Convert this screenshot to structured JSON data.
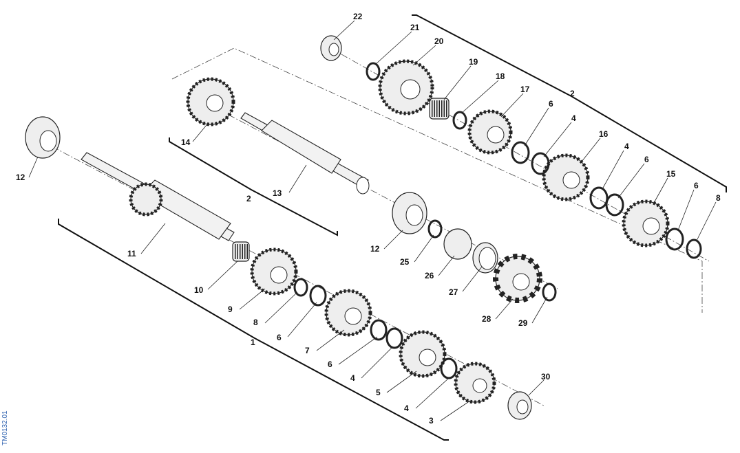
{
  "drawing_code": "TM0132.01",
  "callouts": {
    "c22": "22",
    "c21": "21",
    "c20": "20",
    "c19": "19",
    "c18": "18",
    "c17": "17",
    "c6a": "6",
    "c4a": "4",
    "c16": "16",
    "c4b": "4",
    "c6b": "6",
    "c15": "15",
    "c6c": "6",
    "c8a": "8",
    "c2a": "2",
    "c14": "14",
    "c2b": "2",
    "c13": "13",
    "c12a": "12",
    "c11": "11",
    "c10": "10",
    "c9": "9",
    "c8b": "8",
    "c6d": "6",
    "c1": "1",
    "c7": "7",
    "c6e": "6",
    "c4c": "4",
    "c5": "5",
    "c4d": "4",
    "c3": "3",
    "c30": "30",
    "c12b": "12",
    "c25": "25",
    "c26": "26",
    "c27": "27",
    "c28": "28",
    "c29": "29"
  }
}
